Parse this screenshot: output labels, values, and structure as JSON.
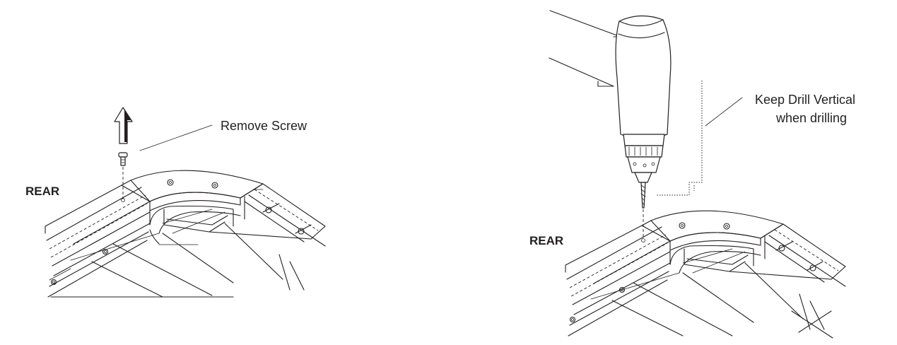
{
  "left_panel": {
    "rear_label": "REAR",
    "callout": "Remove Screw"
  },
  "right_panel": {
    "rear_label": "REAR",
    "callout_line1": "Keep Drill Vertical",
    "callout_line2": "when drilling"
  },
  "colors": {
    "line": "#231f20",
    "background": "#ffffff"
  },
  "icons": {
    "arrow": "up-arrow-icon",
    "screw": "screw-icon",
    "drill": "drill-icon"
  }
}
